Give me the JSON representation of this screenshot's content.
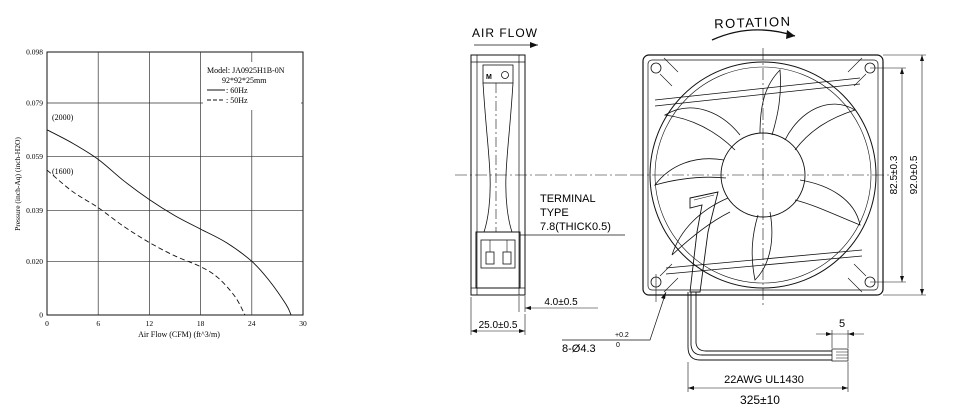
{
  "chart_data": {
    "type": "line",
    "xlabel": "Air Flow (CFM) (ft^3/m)",
    "ylabel": "Pressure (inch-Aq) (inch-H2O)",
    "xlim": [
      0,
      30
    ],
    "ylim": [
      0,
      0.098
    ],
    "x_ticks": [
      "0",
      "6",
      "12",
      "18",
      "24",
      "30"
    ],
    "y_ticks": [
      "0",
      "0.020",
      "0.039",
      "0.059",
      "0.079",
      "0.098"
    ],
    "grid": true,
    "legend_position": "top-right",
    "legend": {
      "model": "Model:  JA0925H1B-0N",
      "size": "92*92*25mm"
    },
    "series": [
      {
        "name": ": 60Hz",
        "label": "(2000)",
        "style": "solid",
        "x": [
          0,
          3,
          6,
          9,
          12,
          15,
          18,
          21,
          24,
          26,
          28,
          28.6
        ],
        "y": [
          0.069,
          0.064,
          0.058,
          0.05,
          0.043,
          0.037,
          0.032,
          0.027,
          0.02,
          0.013,
          0.004,
          0.0
        ]
      },
      {
        "name": ": 50Hz",
        "label": "(1600)",
        "style": "dashed",
        "x": [
          0,
          3,
          6,
          9,
          12,
          15,
          18,
          20,
          22,
          23.2
        ],
        "y": [
          0.054,
          0.046,
          0.04,
          0.033,
          0.027,
          0.022,
          0.018,
          0.014,
          0.007,
          0.0
        ]
      }
    ]
  },
  "drawing": {
    "air_flow": "AIR FLOW",
    "rotation": "ROTATION",
    "terminal_line1": "TERMINAL",
    "terminal_line2": "TYPE",
    "terminal_line3": "7.8(THICK0.5)",
    "dim_depth": "25.0±0.5",
    "dim_flange": "4.0±0.5",
    "dim_holes": "8-Ø4.3",
    "dim_holes_tol_plus": "+0.2",
    "dim_holes_tol_minus": "0",
    "dim_hole_pitch": "82.5±0.3",
    "dim_frame": "92.0±0.5",
    "dim_strip": "5",
    "wire_spec": "22AWG UL1430",
    "dim_lead": "325±10"
  }
}
